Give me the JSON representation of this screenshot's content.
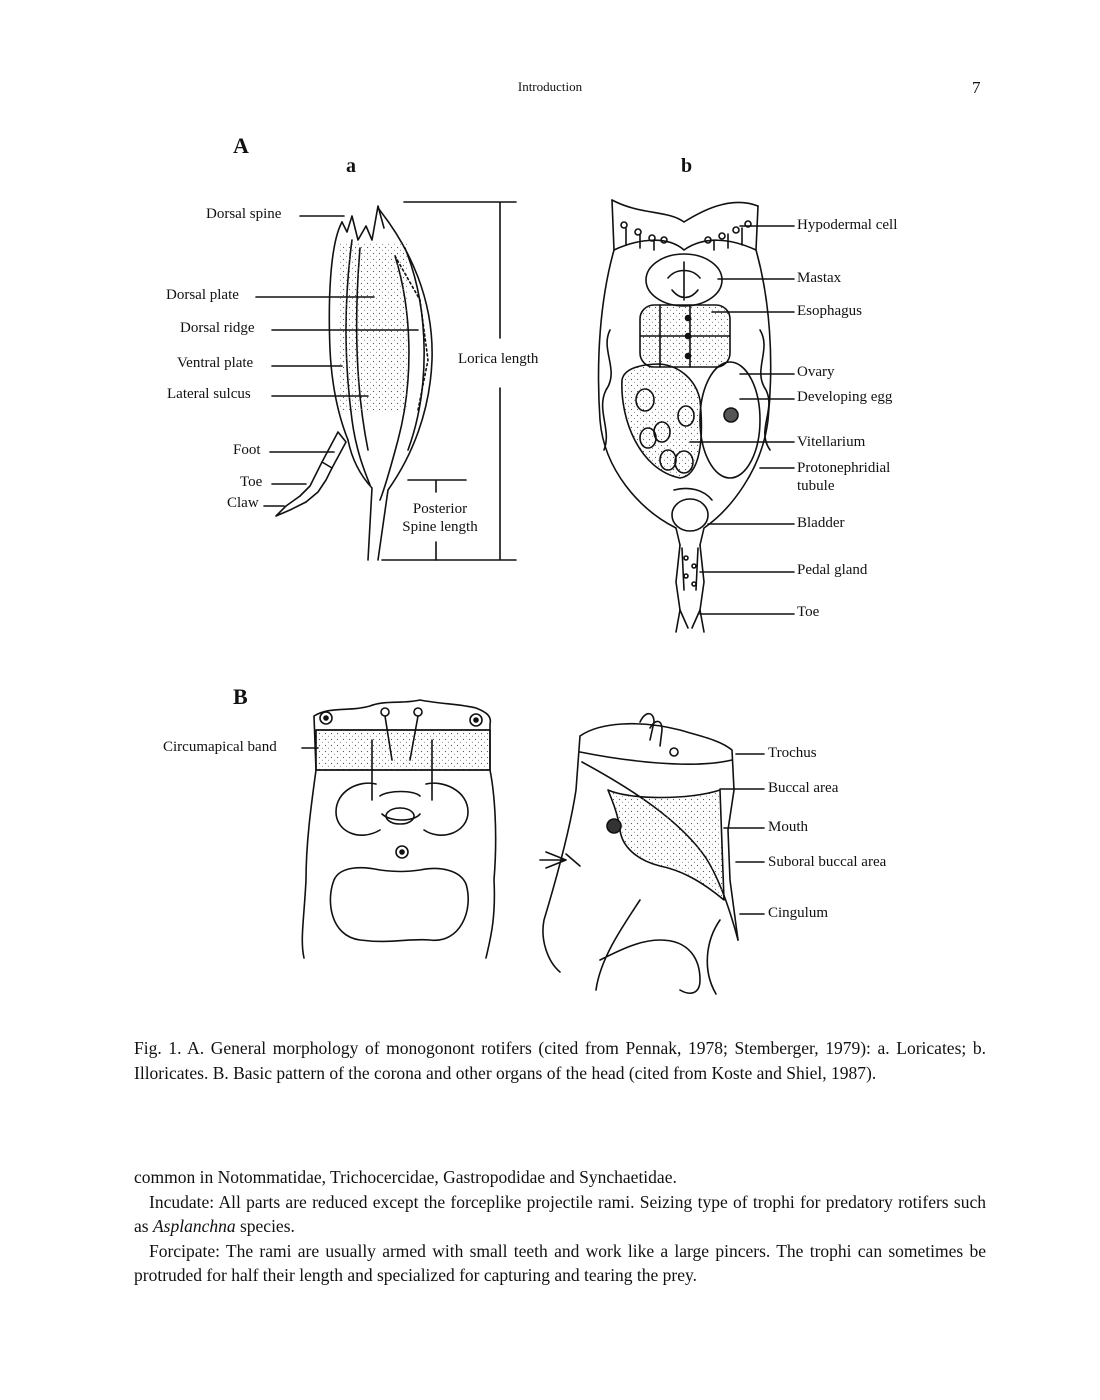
{
  "header": {
    "running_title": "Introduction",
    "page_number": "7"
  },
  "figure": {
    "panel_A": "A",
    "panel_B": "B",
    "sub_a": "a",
    "sub_b": "b",
    "labels_a": {
      "dorsal_spine": "Dorsal spine",
      "dorsal_plate": "Dorsal plate",
      "dorsal_ridge": "Dorsal ridge",
      "ventral_plate": "Ventral plate",
      "lateral_sulcus": "Lateral sulcus",
      "foot": "Foot",
      "toe": "Toe",
      "claw": "Claw",
      "lorica_length": "Lorica length",
      "posterior_line1": "Posterior",
      "posterior_line2": "Spine length"
    },
    "labels_b": {
      "hypodermal_cell": "Hypodermal cell",
      "mastax": "Mastax",
      "esophagus": "Esophagus",
      "ovary": "Ovary",
      "developing_egg": "Developing egg",
      "vitellarium": "Vitellarium",
      "protonephridial_line1": "Protonephridial",
      "protonephridial_line2": "tubule",
      "bladder": "Bladder",
      "pedal_gland": "Pedal gland",
      "toe": "Toe"
    },
    "labels_B": {
      "circumapical_band": "Circumapical band",
      "trochus": "Trochus",
      "buccal_area": "Buccal area",
      "mouth": "Mouth",
      "suboral_buccal_area": "Suboral buccal area",
      "cingulum": "Cingulum"
    }
  },
  "caption": "Fig. 1.  A. General morphology of monogonont rotifers (cited from Pennak, 1978; Stemberger, 1979): a. Loricates; b. Illoricates.  B. Basic pattern of the corona and other organs of the head (cited from Koste and Shiel, 1987).",
  "body": {
    "p1": "common in Notommatidae, Trichocercidae, Gastropodidae and Synchaetidae.",
    "p2_before": "Incudate: All parts are reduced except the forceplike projectile rami.  Seizing type of trophi for predatory rotifers such as ",
    "p2_italic": "Asplanchna",
    "p2_after": " species.",
    "p3": "Forcipate: The rami are usually armed with small teeth and work like a large pincers.  The trophi can sometimes be protruded for half their length and specialized for capturing and tearing the prey."
  }
}
